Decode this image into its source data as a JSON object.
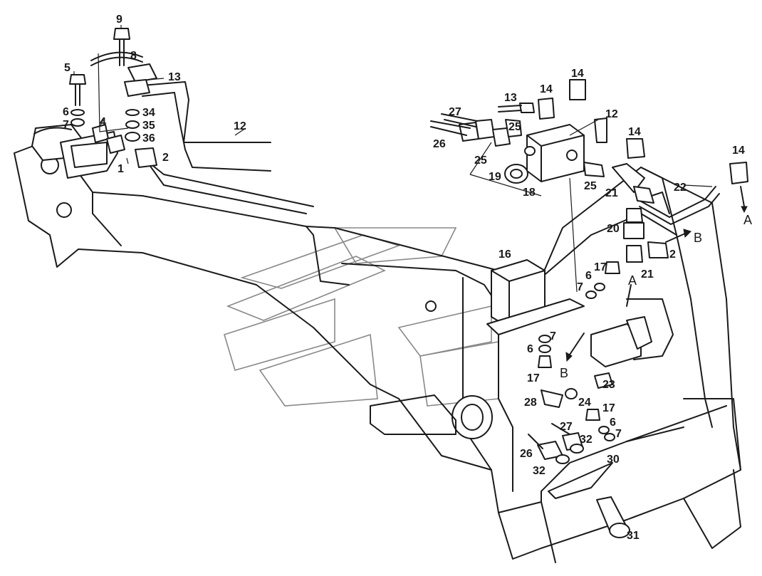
{
  "callouts": [
    "9",
    "8",
    "5",
    "13",
    "6",
    "7",
    "4",
    "34",
    "35",
    "36",
    "12",
    "1",
    "2",
    "14",
    "27",
    "26",
    "25",
    "19",
    "18",
    "16",
    "17",
    "20",
    "21",
    "22",
    "23",
    "24",
    "28",
    "30",
    "31",
    "32"
  ],
  "arrows": {
    "a": "A",
    "b": "B"
  },
  "colors": {
    "ink": "#1a1a1a",
    "background": "#ffffff",
    "watermark": "#888888"
  }
}
